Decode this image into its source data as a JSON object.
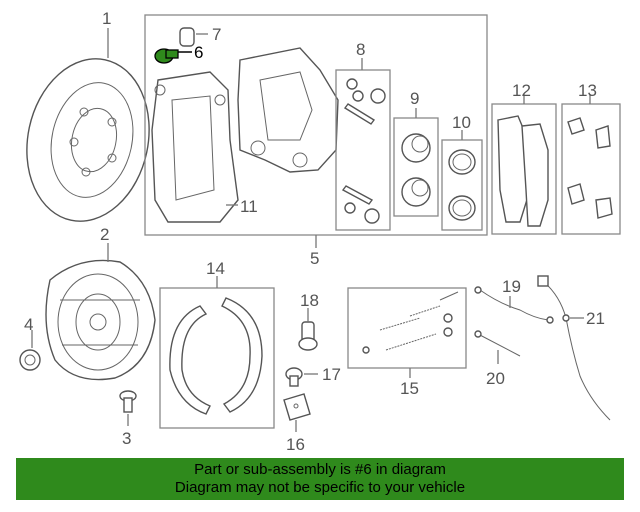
{
  "diagram": {
    "callouts": {
      "c1": "1",
      "c2": "2",
      "c3": "3",
      "c4": "4",
      "c5": "5",
      "c6": "6",
      "c7": "7",
      "c8": "8",
      "c9": "9",
      "c10": "10",
      "c11": "11",
      "c12": "12",
      "c13": "13",
      "c14": "14",
      "c15": "15",
      "c16": "16",
      "c17": "17",
      "c18": "18",
      "c19": "19",
      "c20": "20",
      "c21": "21"
    },
    "highlighted_part": "6",
    "highlight_color": "#2f8a1c"
  },
  "banner": {
    "line1": "Part or sub-assembly is #6 in diagram",
    "line2": "Diagram may not be specific to your vehicle",
    "background": "#2f8a1c"
  }
}
